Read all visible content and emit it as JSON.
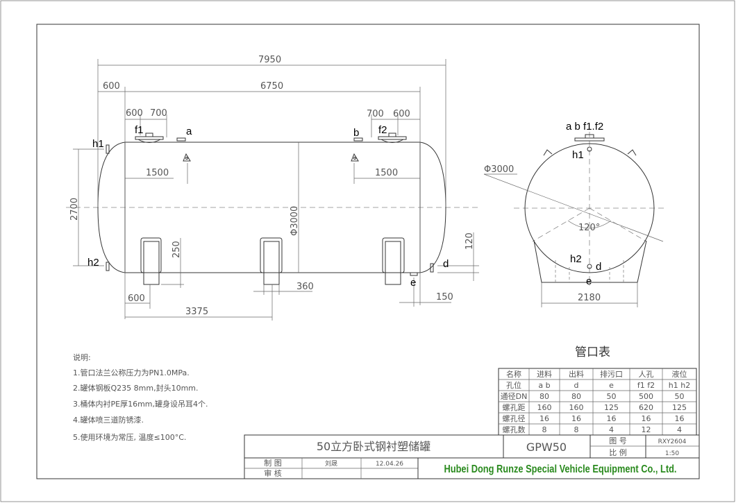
{
  "side_view": {
    "dims": {
      "overall": "7950",
      "cyl": "6750",
      "head": "600",
      "f1_off": "600",
      "a_off": "700",
      "b_off": "700",
      "f2_off": "600",
      "lug_left": "1500",
      "lug_right": "1500",
      "h_span": "2700",
      "diameter": "Φ3000",
      "saddle_h": "250",
      "d_h": "120",
      "saddle_w": "360",
      "saddle_off": "600",
      "saddle_mid": "3375",
      "e_off": "150"
    },
    "labels": {
      "f1": "f1",
      "f2": "f2",
      "a": "a",
      "b": "b",
      "h1": "h1",
      "h2": "h2",
      "d": "d",
      "e": "e"
    }
  },
  "end_view": {
    "diameter": "Φ3000",
    "angle": "120°",
    "base": "2180",
    "labels": {
      "top": "a  b f1.f2",
      "h1": "h1",
      "h2": "h2",
      "d": "d",
      "e": "e"
    }
  },
  "notes": {
    "title": "说明:",
    "items": [
      "1.管口法兰公称压力为PN1.0MPa.",
      "2.罐体钢板Q235  8mm,封头10mm.",
      "3.桶体内衬PE厚16mm,罐身设吊耳4个.",
      "4.罐体喷三道防锈漆.",
      "5.使用环境为常压, 温度≤100°C."
    ]
  },
  "nozzle_table": {
    "title": "管口表",
    "rows": [
      [
        "名称",
        "进料",
        "出料",
        "排污口",
        "人孔",
        "液位"
      ],
      [
        "孔位",
        "a  b",
        "d",
        "e",
        "f1 f2",
        "h1  h2"
      ],
      [
        "通径DN",
        "80",
        "80",
        "50",
        "500",
        "50"
      ],
      [
        "螺孔距",
        "160",
        "160",
        "125",
        "620",
        "125"
      ],
      [
        "螺孔径",
        "16",
        "16",
        "16",
        "16",
        "16"
      ],
      [
        "螺孔数",
        "8",
        "8",
        "4",
        "12",
        "4"
      ]
    ]
  },
  "title_block": {
    "name": "50立方卧式钢衬塑储罐",
    "model": "GPW50",
    "drawing_no_label": "图  号",
    "drawing_no": "RXY2604",
    "scale_label": "比  例",
    "scale": "1:50",
    "drawn_label": "制  图",
    "drawn_by": "刘晟",
    "date": "12.04.26",
    "check_label": "审  核",
    "company": "Hubei Dong Runze Special Vehicle Equipment Co., Ltd."
  },
  "colors": {
    "company": "#2a8a1e",
    "line": "#333333"
  }
}
